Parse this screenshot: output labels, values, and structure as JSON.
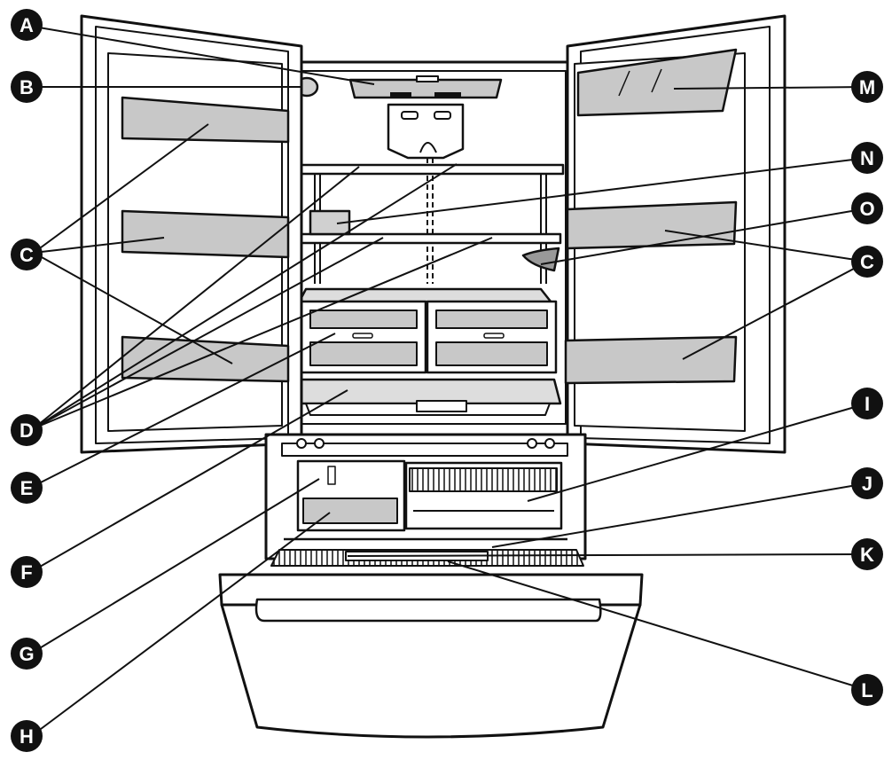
{
  "diagram": {
    "callouts": [
      {
        "id": "A",
        "letter": "A"
      },
      {
        "id": "B",
        "letter": "B"
      },
      {
        "id": "C-left",
        "letter": "C"
      },
      {
        "id": "D",
        "letter": "D"
      },
      {
        "id": "E",
        "letter": "E"
      },
      {
        "id": "F",
        "letter": "F"
      },
      {
        "id": "G",
        "letter": "G"
      },
      {
        "id": "H",
        "letter": "H"
      },
      {
        "id": "M",
        "letter": "M"
      },
      {
        "id": "N",
        "letter": "N"
      },
      {
        "id": "O",
        "letter": "O"
      },
      {
        "id": "C-right",
        "letter": "C"
      },
      {
        "id": "I",
        "letter": "I"
      },
      {
        "id": "J",
        "letter": "J"
      },
      {
        "id": "K",
        "letter": "K"
      },
      {
        "id": "L",
        "letter": "L"
      }
    ]
  }
}
